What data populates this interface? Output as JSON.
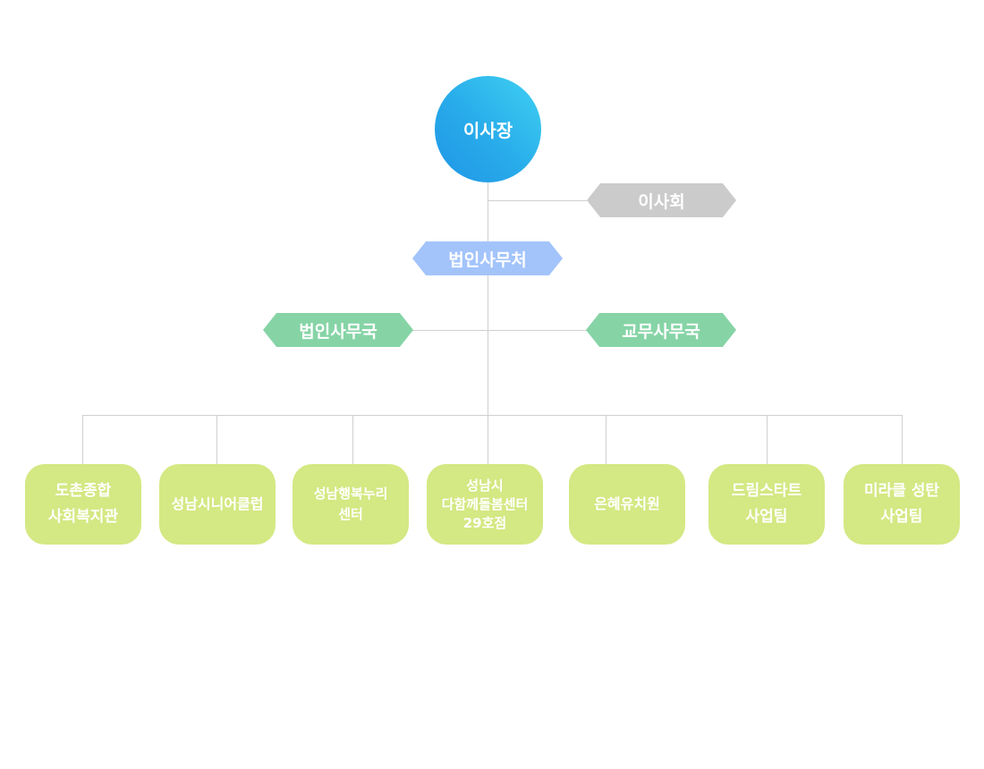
{
  "chairman": {
    "label": "이사장"
  },
  "board": {
    "label": "이사회"
  },
  "corp_office": {
    "label": "법인사무처"
  },
  "departments": {
    "left": {
      "label": "법인사무국"
    },
    "right": {
      "label": "교무사무국"
    }
  },
  "organizations": [
    {
      "lines": [
        "도촌종합",
        "사회복지관"
      ]
    },
    {
      "lines": [
        "성남시니어클럽"
      ]
    },
    {
      "lines": [
        "성남행복누리",
        "센터"
      ]
    },
    {
      "lines": [
        "성남시",
        "다함께돌봄센터",
        "29호점"
      ]
    },
    {
      "lines": [
        "은혜유치원"
      ]
    },
    {
      "lines": [
        "드림스타트",
        "사업팀"
      ]
    },
    {
      "lines": [
        "미라클 성탄",
        "사업팀"
      ]
    }
  ],
  "colors": {
    "chairman_gradient": [
      "#3fd1f2",
      "#1f96e6"
    ],
    "board": "#cbcbcb",
    "corp_office": "#a3c4fb",
    "departments": "#86d4a6",
    "organizations": "#d4e883",
    "connector": "#cfcfcf"
  }
}
